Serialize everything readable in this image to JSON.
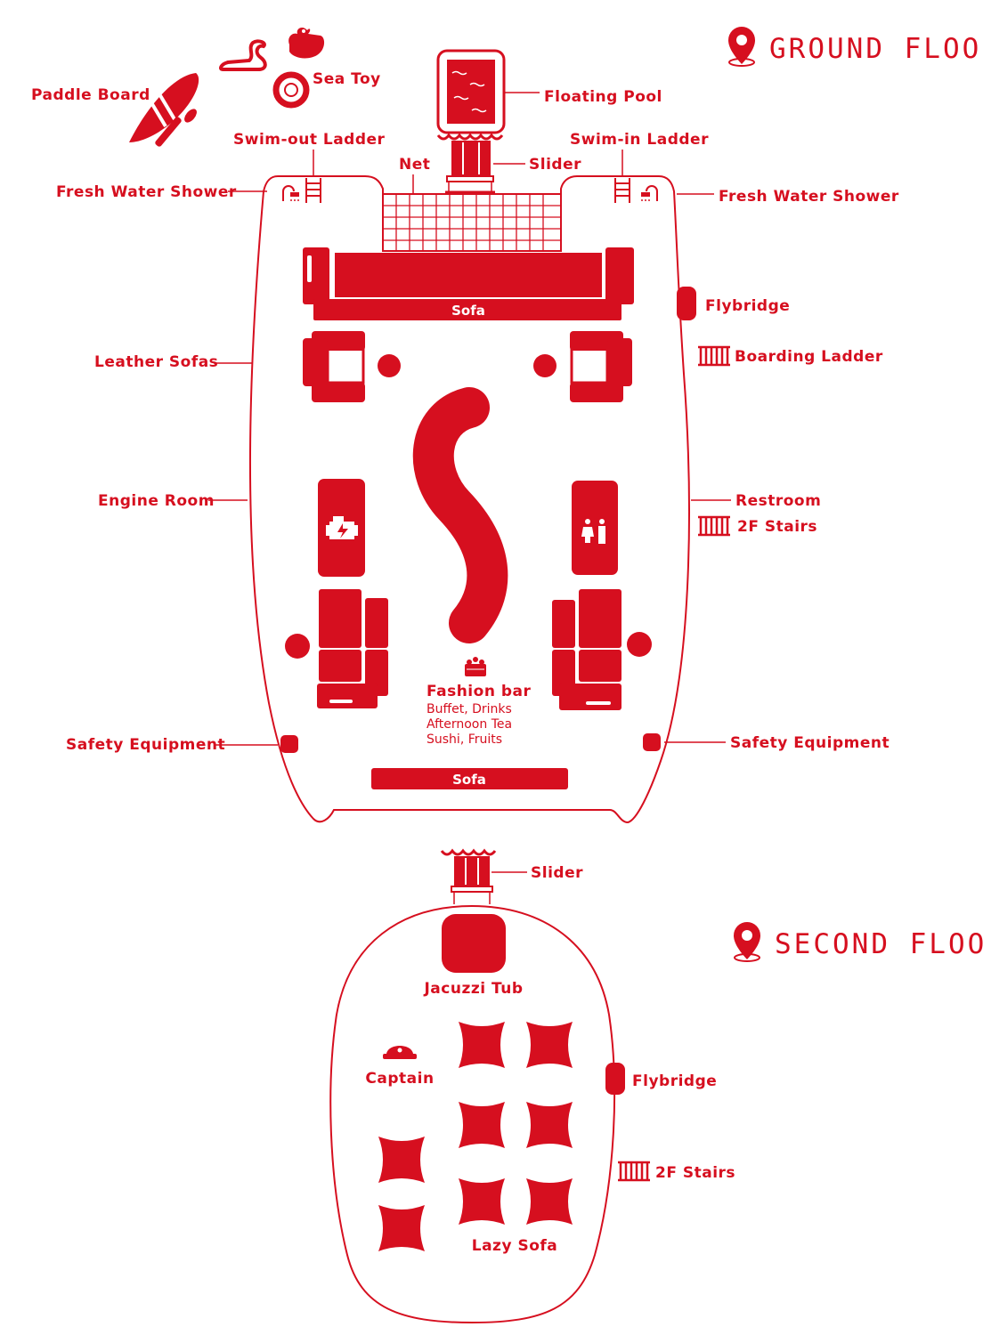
{
  "colors": {
    "accent": "#d60f1f"
  },
  "ground_floor": {
    "heading": "GROUND FLOOR",
    "labels": {
      "paddle_board": "Paddle Board",
      "sea_toy": "Sea Toy",
      "floating_pool": "Floating Pool",
      "swim_out_ladder": "Swim-out Ladder",
      "swim_in_ladder": "Swim-in Ladder",
      "net": "Net",
      "slider": "Slider",
      "fresh_water_shower_left": "Fresh Water Shower",
      "fresh_water_shower_right": "Fresh Water Shower",
      "flybridge": "Flybridge",
      "boarding_ladder": "Boarding Ladder",
      "leather_sofas": "Leather Sofas",
      "engine_room": "Engine Room",
      "restroom": "Restroom",
      "stairs_2f": "2F Stairs",
      "safety_equipment_left": "Safety Equipment",
      "safety_equipment_right": "Safety Equipment",
      "sofa_top": "Sofa",
      "sofa_bottom": "Sofa",
      "fashion_bar": "Fashion bar",
      "fashion_bar_items": [
        "Buffet, Drinks",
        "Afternoon Tea",
        "Sushi, Fruits"
      ]
    },
    "icons": [
      "location-pin-icon",
      "paddle-board-icon",
      "duck-icon",
      "flamingo-float-icon",
      "swim-ring-icon",
      "pool-icon",
      "ladder-icon",
      "shower-icon",
      "net-icon",
      "engine-icon",
      "restroom-icon",
      "food-icon",
      "stairs-icon"
    ]
  },
  "second_floor": {
    "heading": "SECOND FLOOR",
    "labels": {
      "slider": "Slider",
      "jacuzzi_tub": "Jacuzzi Tub",
      "captain": "Captain",
      "flybridge": "Flybridge",
      "stairs_2f": "2F Stairs",
      "lazy_sofa": "Lazy Sofa"
    },
    "icons": [
      "location-pin-icon",
      "captain-hat-icon",
      "stairs-icon",
      "beanbag-icon"
    ]
  }
}
